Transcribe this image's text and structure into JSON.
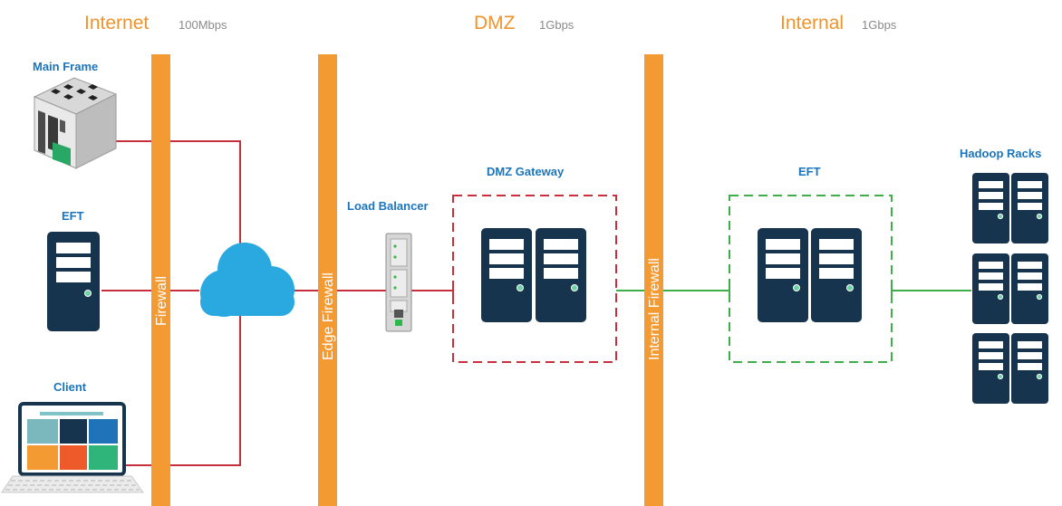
{
  "zones": {
    "internet": {
      "title": "Internet",
      "speed": "100Mbps"
    },
    "dmz": {
      "title": "DMZ",
      "speed": "1Gbps"
    },
    "internal": {
      "title": "Internal",
      "speed": "1Gbps"
    }
  },
  "nodes": {
    "mainframe": "Main Frame",
    "eft_external": "EFT",
    "client": "Client",
    "load_balancer": "Load Balancer",
    "dmz_gateway": "DMZ Gateway",
    "eft_internal": "EFT",
    "hadoop": "Hadoop Racks"
  },
  "firewalls": {
    "outer": "Firewall",
    "edge": "Edge Firewall",
    "internal": "Internal Firewall"
  },
  "colors": {
    "zone_title": "#f0932b",
    "label": "#1b75bc",
    "firewall": "#f39a32",
    "link_external": "#c62f3b",
    "link_internal": "#3fae49",
    "server": "#17344f",
    "cloud": "#2aa9e0"
  }
}
